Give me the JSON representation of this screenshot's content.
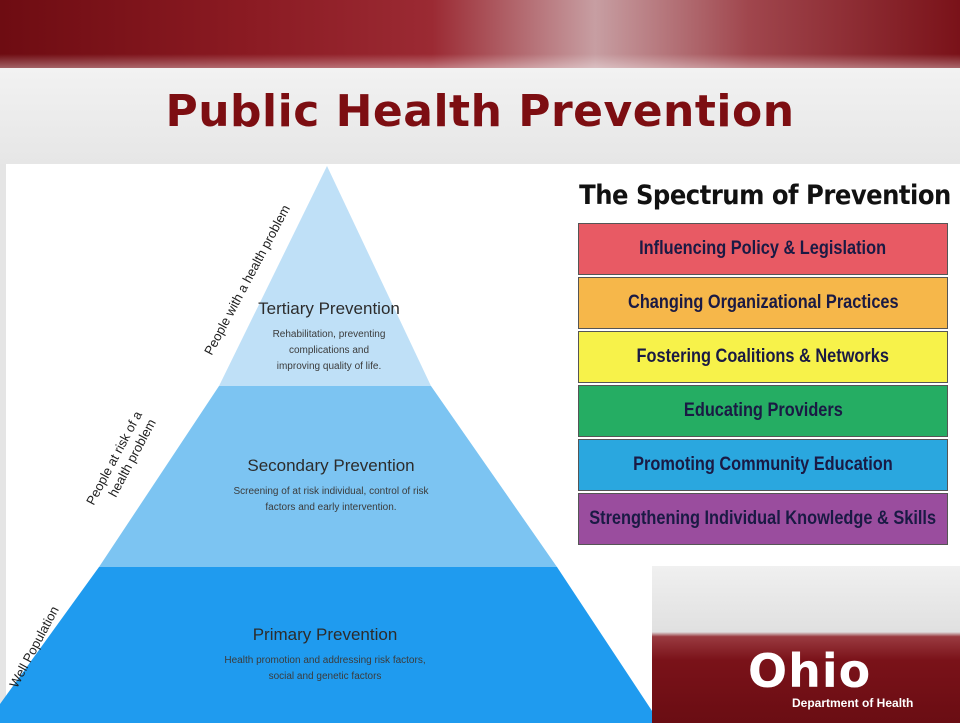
{
  "slide": {
    "title": "Public Health Prevention"
  },
  "pyramid": {
    "side_labels": {
      "well": "Well Population",
      "at_risk_line1": "People at risk of a",
      "at_risk_line2": "health problem",
      "with_problem": "People with a health problem"
    },
    "tiers": [
      {
        "name": "Tertiary Prevention",
        "desc": [
          "Rehabilitation, preventing",
          "complications and",
          "improving quality of life."
        ],
        "color": "#bfe0f7"
      },
      {
        "name": "Secondary Prevention",
        "desc": [
          "Screening of at risk individual, control of risk",
          "factors and early intervention."
        ],
        "color": "#7cc4f2"
      },
      {
        "name": "Primary Prevention",
        "desc": [
          "Health promotion and addressing risk factors,",
          "social and genetic factors"
        ],
        "color": "#1f9bef"
      }
    ]
  },
  "spectrum": {
    "title": "The Spectrum of Prevention",
    "bands": [
      {
        "label": "Influencing Policy & Legislation",
        "color": "#e85a64"
      },
      {
        "label": "Changing Organizational Practices",
        "color": "#f6b74a"
      },
      {
        "label": "Fostering Coalitions & Networks",
        "color": "#f7f24a"
      },
      {
        "label": "Educating Providers",
        "color": "#25ad63"
      },
      {
        "label": "Promoting Community Education",
        "color": "#2aa7df"
      },
      {
        "label": "Strengthening Individual Knowledge & Skills",
        "color": "#9a4d9e"
      }
    ]
  },
  "logo": {
    "word": "Ohio",
    "subtitle": "Department of Health"
  }
}
